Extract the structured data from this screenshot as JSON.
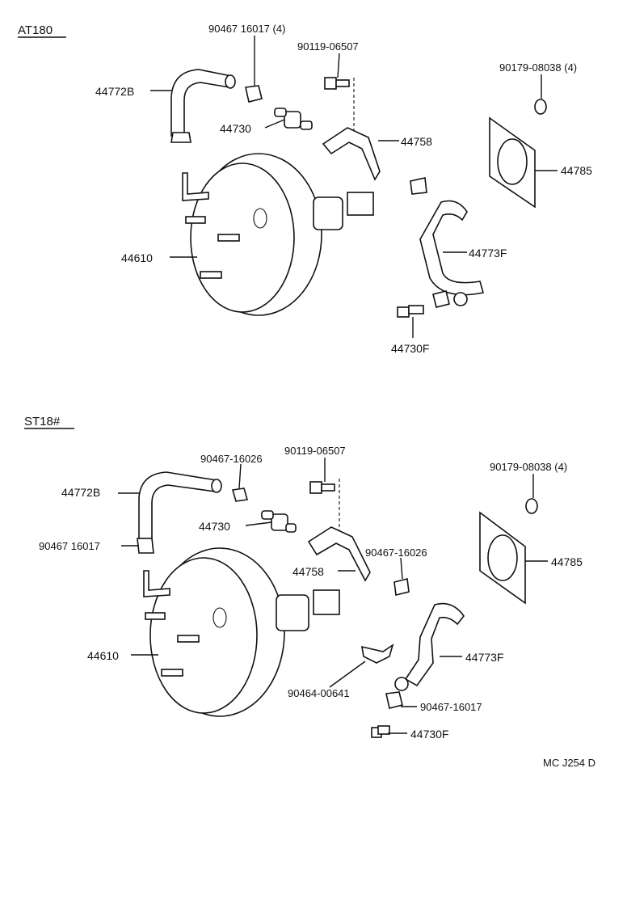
{
  "sections": [
    {
      "title": "AT180",
      "labels": {
        "hose_upper": "44772B",
        "clamp_top": "90467 16017 (4)",
        "bolt": "90119-06507",
        "nut": "90179-08038 (4)",
        "check_valve": "44730",
        "bracket": "44758",
        "gasket": "44785",
        "booster": "44610",
        "hose_lower": "44773F",
        "union": "44730F"
      }
    },
    {
      "title": "ST18#",
      "labels": {
        "hose_upper": "44772B",
        "clamp_top": "90467-16026",
        "bolt": "90119-06507",
        "nut": "90179-08038 (4)",
        "check_valve": "44730",
        "clamp_left": "90467 16017",
        "clamp_mid": "90467-16026",
        "bracket": "44758",
        "gasket": "44785",
        "booster": "44610",
        "hose_lower": "44773F",
        "clip": "90464-00641",
        "clamp_lower": "90467-16017",
        "union": "44730F"
      }
    }
  ],
  "footer_code": "MC J254 D"
}
